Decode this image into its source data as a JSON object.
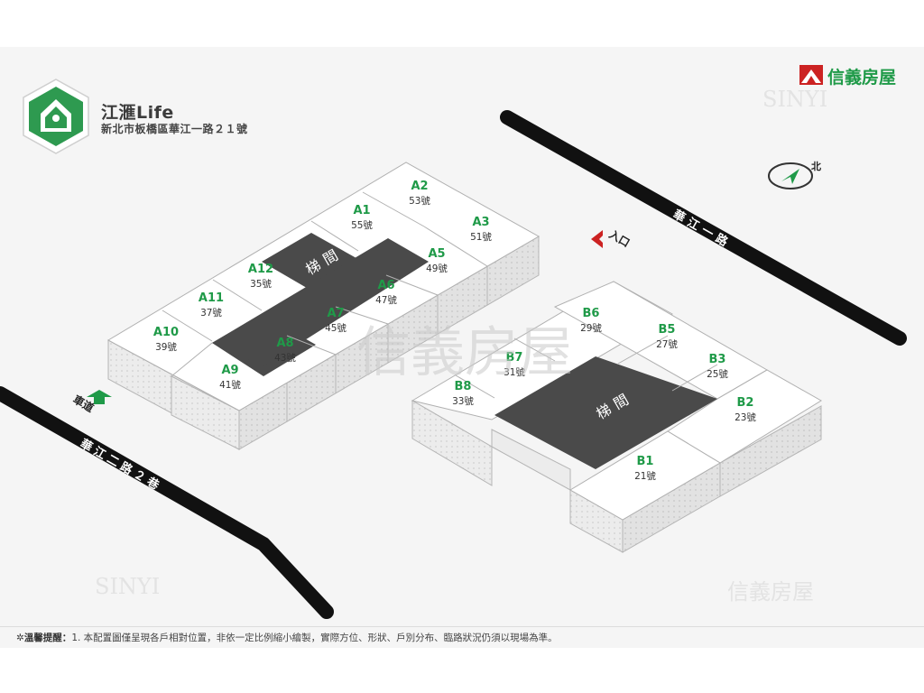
{
  "brand": {
    "title": "江滙Life",
    "address": "新北市板橋區華江一路２１號"
  },
  "agency_logo": {
    "text": "信義房屋",
    "color": "#1f9a48"
  },
  "watermarks": {
    "sinyi_en": "SINYI",
    "sinyi_zh": "信義房屋"
  },
  "compass": {
    "label": "北"
  },
  "roads": {
    "main": "華江一路",
    "lane": "華江二路２巷"
  },
  "markers": {
    "entrance": "入口",
    "driveway": "車道"
  },
  "stair_label": "梯間",
  "building_a": [
    {
      "id": "A1",
      "num": "55號"
    },
    {
      "id": "A2",
      "num": "53號"
    },
    {
      "id": "A3",
      "num": "51號"
    },
    {
      "id": "A5",
      "num": "49號"
    },
    {
      "id": "A6",
      "num": "47號"
    },
    {
      "id": "A7",
      "num": "45號"
    },
    {
      "id": "A8",
      "num": "43號"
    },
    {
      "id": "A9",
      "num": "41號"
    },
    {
      "id": "A10",
      "num": "39號"
    },
    {
      "id": "A11",
      "num": "37號"
    },
    {
      "id": "A12",
      "num": "35號"
    }
  ],
  "building_b": [
    {
      "id": "B1",
      "num": "21號"
    },
    {
      "id": "B2",
      "num": "23號"
    },
    {
      "id": "B3",
      "num": "25號"
    },
    {
      "id": "B5",
      "num": "27號"
    },
    {
      "id": "B6",
      "num": "29號"
    },
    {
      "id": "B7",
      "num": "31號"
    },
    {
      "id": "B8",
      "num": "33號"
    }
  ],
  "colors": {
    "unit_label": "#1f9a48",
    "stair": "#4a4a4a",
    "road": "#111111"
  },
  "footer": {
    "label": "溫馨提醒：",
    "text": "1. 本配置圖僅呈現各戶相對位置，非依一定比例縮小繪製，實際方位、形狀、戶別分布、臨路狀況仍須以現場為準。"
  }
}
